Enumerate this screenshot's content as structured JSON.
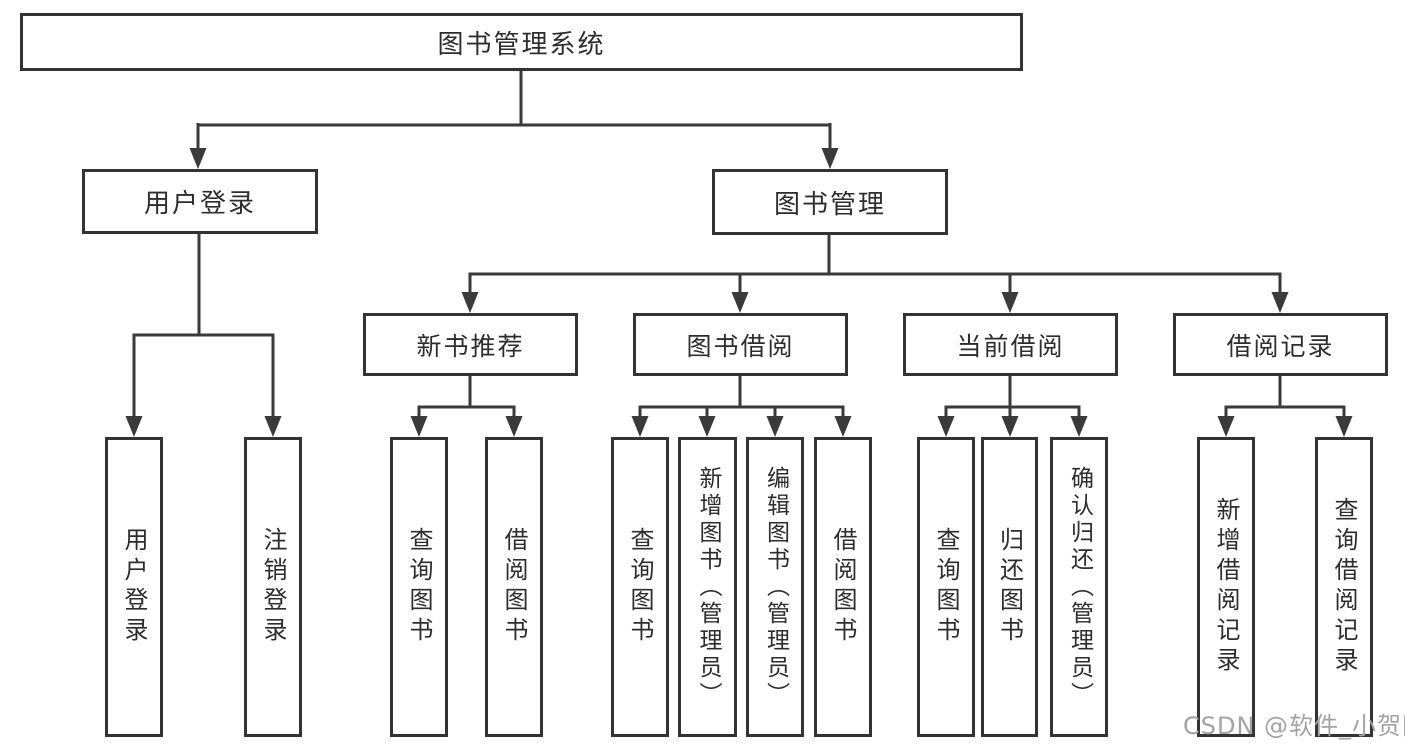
{
  "colors": {
    "line": "#3a3a3a",
    "box_border": "#333333",
    "box_fill": "#ffffff",
    "text": "#2d2d2d",
    "watermark": "#a3a3a3"
  },
  "watermark": {
    "text": "CSDN @软件_小贺同学"
  },
  "tree": {
    "root": {
      "label": "图书管理系统"
    },
    "branches": [
      {
        "label": "用户登录",
        "children": [
          {
            "label": "用户登录"
          },
          {
            "label": "注销登录"
          }
        ]
      },
      {
        "label": "图书管理",
        "children": [
          {
            "label": "新书推荐",
            "children": [
              {
                "label": "查询图书"
              },
              {
                "label": "借阅图书"
              }
            ]
          },
          {
            "label": "图书借阅",
            "children": [
              {
                "label": "查询图书"
              },
              {
                "label": "新增图书（管理员）"
              },
              {
                "label": "编辑图书（管理员）"
              },
              {
                "label": "借阅图书"
              }
            ]
          },
          {
            "label": "当前借阅",
            "children": [
              {
                "label": "查询图书"
              },
              {
                "label": "归还图书"
              },
              {
                "label": "确认归还（管理员）"
              }
            ]
          },
          {
            "label": "借阅记录",
            "children": [
              {
                "label": "新增借阅记录"
              },
              {
                "label": "查询借阅记录"
              }
            ]
          }
        ]
      }
    ]
  }
}
